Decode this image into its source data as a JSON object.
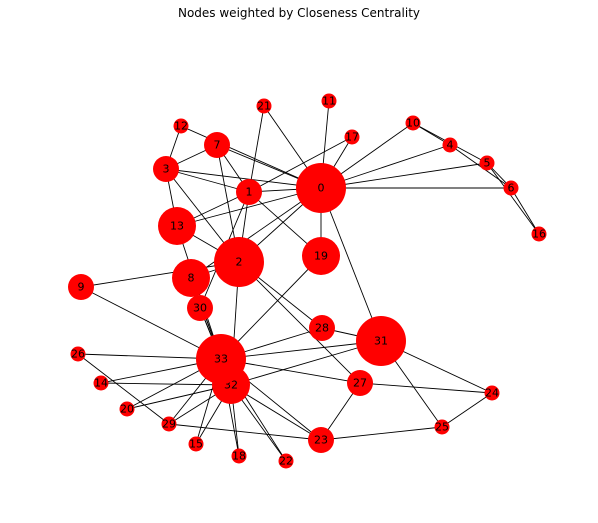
{
  "title": "Nodes weighted by Closeness Centrality",
  "colors": {
    "node": "#ff0000",
    "edge": "#000000",
    "background": "#ffffff"
  },
  "graph": {
    "nodes": [
      {
        "id": "0",
        "size": "xl"
      },
      {
        "id": "1",
        "size": "m"
      },
      {
        "id": "2",
        "size": "xl"
      },
      {
        "id": "3",
        "size": "m"
      },
      {
        "id": "4",
        "size": "s"
      },
      {
        "id": "5",
        "size": "s"
      },
      {
        "id": "6",
        "size": "s"
      },
      {
        "id": "7",
        "size": "m"
      },
      {
        "id": "8",
        "size": "l"
      },
      {
        "id": "9",
        "size": "m"
      },
      {
        "id": "10",
        "size": "s"
      },
      {
        "id": "11",
        "size": "s"
      },
      {
        "id": "12",
        "size": "s"
      },
      {
        "id": "13",
        "size": "l"
      },
      {
        "id": "14",
        "size": "s"
      },
      {
        "id": "15",
        "size": "s"
      },
      {
        "id": "16",
        "size": "s"
      },
      {
        "id": "17",
        "size": "s"
      },
      {
        "id": "18",
        "size": "s"
      },
      {
        "id": "19",
        "size": "l"
      },
      {
        "id": "20",
        "size": "s"
      },
      {
        "id": "21",
        "size": "s"
      },
      {
        "id": "22",
        "size": "s"
      },
      {
        "id": "23",
        "size": "m"
      },
      {
        "id": "24",
        "size": "s"
      },
      {
        "id": "25",
        "size": "s"
      },
      {
        "id": "26",
        "size": "s"
      },
      {
        "id": "27",
        "size": "m"
      },
      {
        "id": "28",
        "size": "m"
      },
      {
        "id": "29",
        "size": "s"
      },
      {
        "id": "30",
        "size": "m"
      },
      {
        "id": "31",
        "size": "xl"
      },
      {
        "id": "32",
        "size": "l"
      },
      {
        "id": "33",
        "size": "xl"
      }
    ],
    "edges": [
      [
        "0",
        "1"
      ],
      [
        "0",
        "2"
      ],
      [
        "0",
        "3"
      ],
      [
        "0",
        "4"
      ],
      [
        "0",
        "5"
      ],
      [
        "0",
        "6"
      ],
      [
        "0",
        "7"
      ],
      [
        "0",
        "8"
      ],
      [
        "0",
        "10"
      ],
      [
        "0",
        "11"
      ],
      [
        "0",
        "12"
      ],
      [
        "0",
        "13"
      ],
      [
        "0",
        "17"
      ],
      [
        "0",
        "19"
      ],
      [
        "0",
        "21"
      ],
      [
        "0",
        "31"
      ],
      [
        "1",
        "2"
      ],
      [
        "1",
        "3"
      ],
      [
        "1",
        "7"
      ],
      [
        "1",
        "13"
      ],
      [
        "1",
        "17"
      ],
      [
        "1",
        "19"
      ],
      [
        "1",
        "21"
      ],
      [
        "1",
        "30"
      ],
      [
        "2",
        "3"
      ],
      [
        "2",
        "7"
      ],
      [
        "2",
        "8"
      ],
      [
        "2",
        "9"
      ],
      [
        "2",
        "13"
      ],
      [
        "2",
        "27"
      ],
      [
        "2",
        "28"
      ],
      [
        "2",
        "32"
      ],
      [
        "3",
        "7"
      ],
      [
        "3",
        "12"
      ],
      [
        "3",
        "13"
      ],
      [
        "4",
        "6"
      ],
      [
        "4",
        "10"
      ],
      [
        "5",
        "6"
      ],
      [
        "5",
        "10"
      ],
      [
        "5",
        "16"
      ],
      [
        "6",
        "16"
      ],
      [
        "8",
        "30"
      ],
      [
        "8",
        "32"
      ],
      [
        "8",
        "33"
      ],
      [
        "9",
        "33"
      ],
      [
        "13",
        "33"
      ],
      [
        "14",
        "32"
      ],
      [
        "14",
        "33"
      ],
      [
        "15",
        "32"
      ],
      [
        "15",
        "33"
      ],
      [
        "18",
        "32"
      ],
      [
        "18",
        "33"
      ],
      [
        "19",
        "33"
      ],
      [
        "20",
        "32"
      ],
      [
        "20",
        "33"
      ],
      [
        "22",
        "32"
      ],
      [
        "22",
        "33"
      ],
      [
        "23",
        "25"
      ],
      [
        "23",
        "27"
      ],
      [
        "23",
        "29"
      ],
      [
        "23",
        "32"
      ],
      [
        "23",
        "33"
      ],
      [
        "24",
        "25"
      ],
      [
        "24",
        "27"
      ],
      [
        "24",
        "31"
      ],
      [
        "25",
        "31"
      ],
      [
        "26",
        "29"
      ],
      [
        "26",
        "33"
      ],
      [
        "27",
        "33"
      ],
      [
        "28",
        "31"
      ],
      [
        "28",
        "33"
      ],
      [
        "29",
        "32"
      ],
      [
        "29",
        "33"
      ],
      [
        "30",
        "32"
      ],
      [
        "30",
        "33"
      ],
      [
        "31",
        "32"
      ],
      [
        "31",
        "33"
      ],
      [
        "32",
        "33"
      ]
    ]
  }
}
